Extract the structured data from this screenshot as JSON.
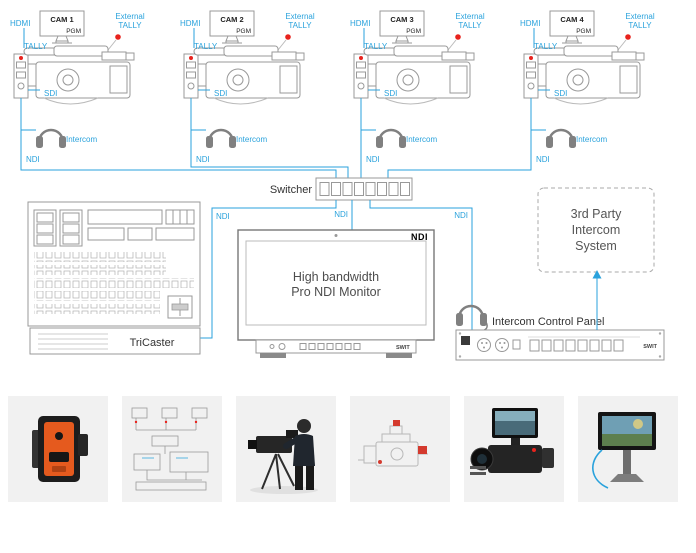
{
  "colors": {
    "accent_blue": "#2aa2dc",
    "tally_red": "#e8231d",
    "art_gray": "#999999"
  },
  "diagram": {
    "cameras": [
      {
        "name": "CAM 1",
        "pgm": "PGM",
        "hdmi": "HDMI",
        "tally": "TALLY",
        "ext_tally_1": "External",
        "ext_tally_2": "TALLY",
        "sdi": "SDI",
        "intercom": "Intercom",
        "ndi": "NDI"
      },
      {
        "name": "CAM 2",
        "pgm": "PGM",
        "hdmi": "HDMI",
        "tally": "TALLY",
        "ext_tally_1": "External",
        "ext_tally_2": "TALLY",
        "sdi": "SDI",
        "intercom": "Intercom",
        "ndi": "NDI"
      },
      {
        "name": "CAM 3",
        "pgm": "PGM",
        "hdmi": "HDMI",
        "tally": "TALLY",
        "ext_tally_1": "External",
        "ext_tally_2": "TALLY",
        "sdi": "SDI",
        "intercom": "Intercom",
        "ndi": "NDI"
      },
      {
        "name": "CAM 4",
        "pgm": "PGM",
        "hdmi": "HDMI",
        "tally": "TALLY",
        "ext_tally_1": "External",
        "ext_tally_2": "TALLY",
        "sdi": "SDI",
        "intercom": "Intercom",
        "ndi": "NDI"
      }
    ],
    "switcher_label": "Switcher",
    "ndi_link_left": "NDI",
    "ndi_link_center": "NDI",
    "ndi_link_right": "NDI",
    "tricaster_label": "TriCaster",
    "monitor": {
      "logo": "NDI",
      "line1": "High bandwidth",
      "line2": "Pro NDI Monitor",
      "brand": "SWIT"
    },
    "intercom_panel": {
      "label": "Intercom Control Panel",
      "brand": "SWIT"
    },
    "third_party": {
      "line1": "3rd Party",
      "line2": "Intercom",
      "line3": "System"
    }
  },
  "thumbnails": [
    {
      "name": "V-mount battery plate"
    },
    {
      "name": "System wiring diagram"
    },
    {
      "name": "Cameraman with camera rig"
    },
    {
      "name": "Camera rig line drawing"
    },
    {
      "name": "Cinema camera with monitor"
    },
    {
      "name": "Field monitor on stand"
    }
  ]
}
